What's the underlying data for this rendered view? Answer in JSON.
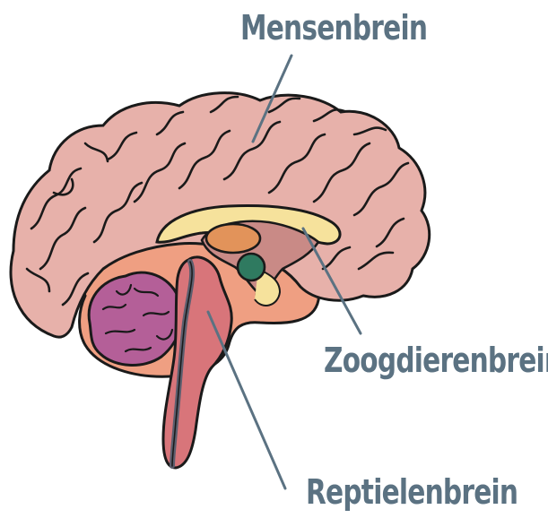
{
  "labels": {
    "human_brain": "Mensenbrein",
    "mammal_brain": "Zoogdierenbrein",
    "reptile_brain": "Reptielenbrein"
  },
  "colors": {
    "cortex": "#e7b1aa",
    "limbic_outline": "#f6e29c",
    "limbic_fill": "#c98a86",
    "thalamus": "#e2935a",
    "hippocampus": "#2f7a60",
    "cerebellum": "#b45f98",
    "brainstem": "#d8757a",
    "base_region": "#ef9f82",
    "label_text": "#5b7282",
    "outline": "#1a1a1a"
  }
}
